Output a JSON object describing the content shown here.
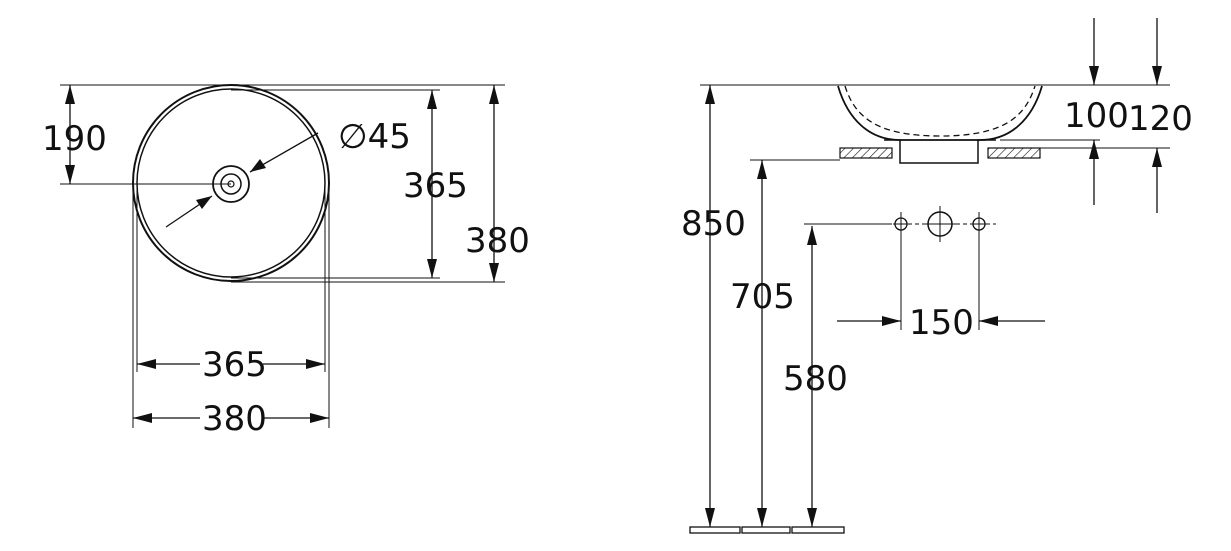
{
  "drawing": {
    "colors": {
      "line": "#111111",
      "background": "#ffffff"
    },
    "top_view": {
      "height_190": "190",
      "drain_diameter": "∅45",
      "inner_height_365": "365",
      "outer_height_380": "380",
      "inner_width_365": "365",
      "outer_width_380": "380"
    },
    "side_view": {
      "height_850": "850",
      "height_705": "705",
      "height_580": "580",
      "rim_100": "100",
      "rim_120": "120",
      "tap_spacing_150": "150"
    }
  }
}
